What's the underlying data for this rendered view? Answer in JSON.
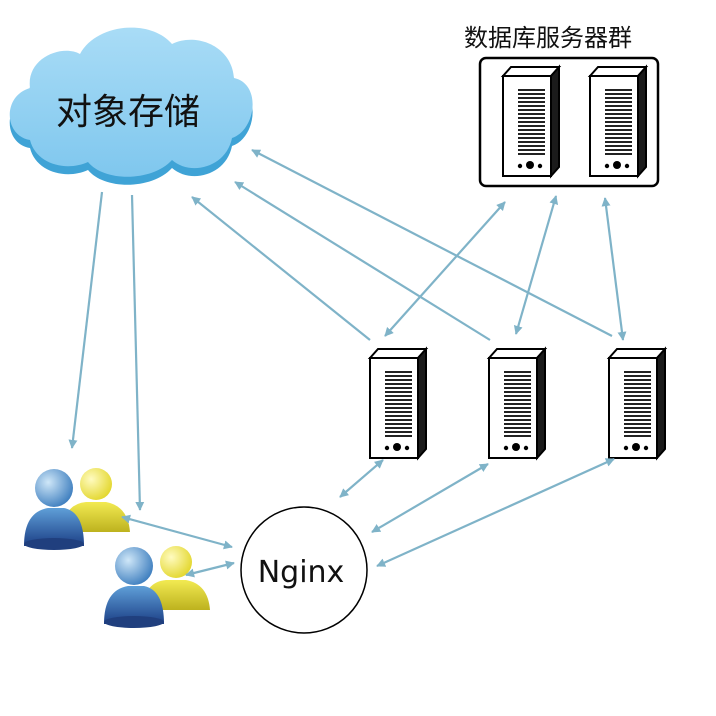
{
  "cloud": {
    "label": "对象存储"
  },
  "database_cluster": {
    "label": "数据库服务器群",
    "server_count": 2
  },
  "app_servers": {
    "count": 3
  },
  "nginx": {
    "label": "Nginx"
  },
  "users": {
    "count": 2
  },
  "colors": {
    "arrow": "#7fb3c8",
    "cloud": "#87cdf0",
    "cloud_shadow": "#45a7d6"
  }
}
